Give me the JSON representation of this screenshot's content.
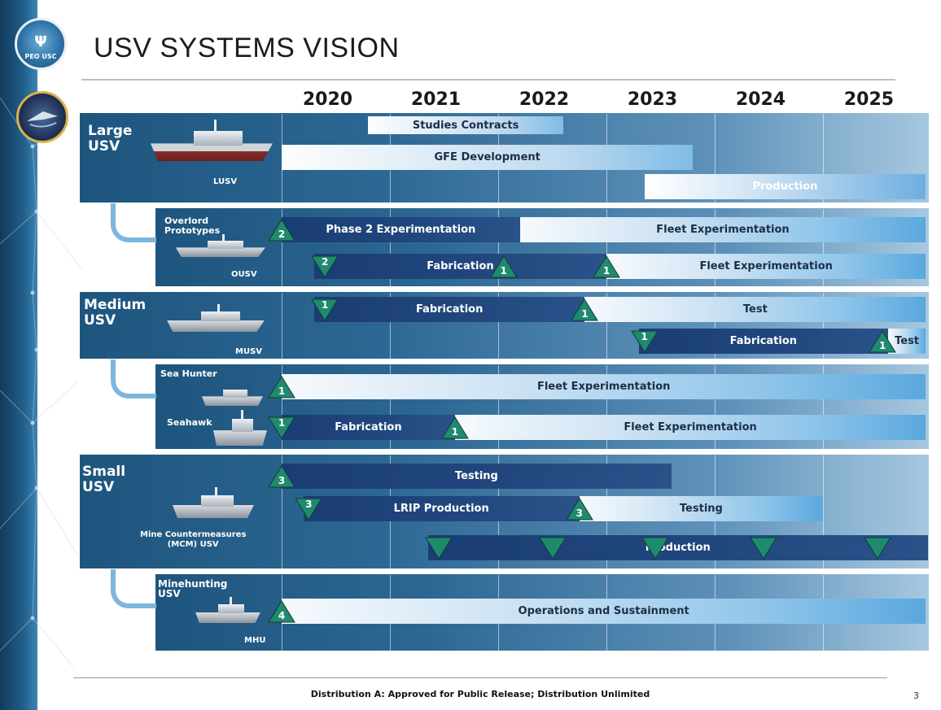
{
  "slide": {
    "title": "USV SYSTEMS VISION",
    "footer": "Distribution A: Approved for Public Release; Distribution Unlimited",
    "page_number": "3",
    "logo_top_text": "PEO USC",
    "colors": {
      "navy_bar": "#1f447a",
      "light_bar": "#bcd8ee",
      "milestone": "#1f8a6e",
      "panel": "#2c6793"
    }
  },
  "timeline": {
    "years": [
      "2020",
      "2021",
      "2022",
      "2023",
      "2024",
      "2025"
    ]
  },
  "groups": [
    {
      "label": "Large USV",
      "label_lines": [
        "Large",
        "USV"
      ],
      "craft": "LUSV",
      "bars": [
        {
          "label": "Studies Contracts",
          "start": 2020.8,
          "end": 2022.6,
          "style": "light"
        },
        {
          "label": "GFE Development",
          "start": 2020.0,
          "end": 2023.8,
          "style": "light"
        },
        {
          "label": "Production",
          "start": 2023.35,
          "end": 2025.95,
          "style": "production"
        }
      ]
    },
    {
      "label": "Overlord Prototypes",
      "label_lines": [
        "Overlord",
        "Prototypes"
      ],
      "craft": "OUSV",
      "bars": [
        {
          "label": "Phase 2 Experimentation",
          "start": 2020.0,
          "end": 2022.2,
          "style": "dark"
        },
        {
          "label": "Fleet Experimentation",
          "start": 2022.2,
          "end": 2025.95,
          "style": "light"
        },
        {
          "label": "Fabrication",
          "start": 2020.3,
          "end": 2023.0,
          "style": "dark"
        },
        {
          "label": "Fleet Experimentation",
          "start": 2023.0,
          "end": 2025.95,
          "style": "light"
        }
      ],
      "milestones": [
        {
          "label": "2",
          "date": 2020.0,
          "dir": "up",
          "row": 0
        },
        {
          "label": "2",
          "date": 2020.4,
          "dir": "down",
          "row": 1
        },
        {
          "label": "1",
          "date": 2022.05,
          "dir": "up",
          "row": 1
        },
        {
          "label": "1",
          "date": 2023.0,
          "dir": "up",
          "row": 1
        }
      ]
    },
    {
      "label": "Medium USV",
      "label_lines": [
        "Medium",
        "USV"
      ],
      "craft": "MUSV",
      "bars": [
        {
          "label": "Fabrication",
          "start": 2020.3,
          "end": 2022.8,
          "style": "dark"
        },
        {
          "label": "Test",
          "start": 2022.8,
          "end": 2025.95,
          "style": "light"
        },
        {
          "label": "Fabrication",
          "start": 2023.3,
          "end": 2025.6,
          "style": "dark"
        },
        {
          "label": "Test",
          "start": 2025.6,
          "end": 2025.95,
          "style": "light"
        }
      ],
      "milestones": [
        {
          "label": "1",
          "date": 2020.4,
          "dir": "down",
          "row": 0
        },
        {
          "label": "1",
          "date": 2022.8,
          "dir": "up",
          "row": 0
        },
        {
          "label": "1",
          "date": 2023.35,
          "dir": "down",
          "row": 1
        },
        {
          "label": "1",
          "date": 2025.55,
          "dir": "up",
          "row": 1
        }
      ]
    },
    {
      "label": "Sea Hunter",
      "label_lines": [
        "Sea Hunter"
      ],
      "second_label": "Seahawk",
      "bars": [
        {
          "label": "Fleet Experimentation",
          "start": 2020.0,
          "end": 2025.95,
          "style": "light"
        },
        {
          "label": "Fabrication",
          "start": 2020.0,
          "end": 2021.6,
          "style": "dark"
        },
        {
          "label": "Fleet Experimentation",
          "start": 2021.6,
          "end": 2025.95,
          "style": "light"
        }
      ],
      "milestones": [
        {
          "label": "1",
          "date": 2020.0,
          "dir": "up",
          "row": 0
        },
        {
          "label": "1",
          "date": 2020.0,
          "dir": "down",
          "row": 1
        },
        {
          "label": "1",
          "date": 2021.6,
          "dir": "up",
          "row": 1
        }
      ]
    },
    {
      "label": "Small USV",
      "label_lines": [
        "Small",
        "USV"
      ],
      "craft_lines": [
        "Mine Countermeasures",
        "(MCM) USV"
      ],
      "bars": [
        {
          "label": "Testing",
          "start": 2020.0,
          "end": 2023.6,
          "style": "dark"
        },
        {
          "label": "LRIP Production",
          "start": 2020.2,
          "end": 2022.75,
          "style": "dark"
        },
        {
          "label": "Testing",
          "start": 2022.75,
          "end": 2025.0,
          "style": "light"
        },
        {
          "label": "Production",
          "start": 2021.35,
          "end": 2026.0,
          "style": "dark"
        }
      ],
      "milestones": [
        {
          "label": "3",
          "date": 2020.0,
          "dir": "up",
          "row": 0
        },
        {
          "label": "3",
          "date": 2020.25,
          "dir": "down",
          "row": 1
        },
        {
          "label": "3",
          "date": 2022.75,
          "dir": "up",
          "row": 1
        },
        {
          "label": "",
          "date": 2021.45,
          "dir": "down",
          "row": 2
        },
        {
          "label": "",
          "date": 2022.5,
          "dir": "down",
          "row": 2
        },
        {
          "label": "",
          "date": 2023.45,
          "dir": "down",
          "row": 2
        },
        {
          "label": "",
          "date": 2024.45,
          "dir": "down",
          "row": 2
        },
        {
          "label": "",
          "date": 2025.5,
          "dir": "down",
          "row": 2
        }
      ]
    },
    {
      "label": "Minehunting USV",
      "label_lines": [
        "Minehunting",
        "USV"
      ],
      "craft": "MHU",
      "bars": [
        {
          "label": "Operations and Sustainment",
          "start": 2020.0,
          "end": 2025.95,
          "style": "light"
        }
      ],
      "milestones": [
        {
          "label": "4",
          "date": 2020.0,
          "dir": "up",
          "row": 0
        }
      ]
    }
  ]
}
